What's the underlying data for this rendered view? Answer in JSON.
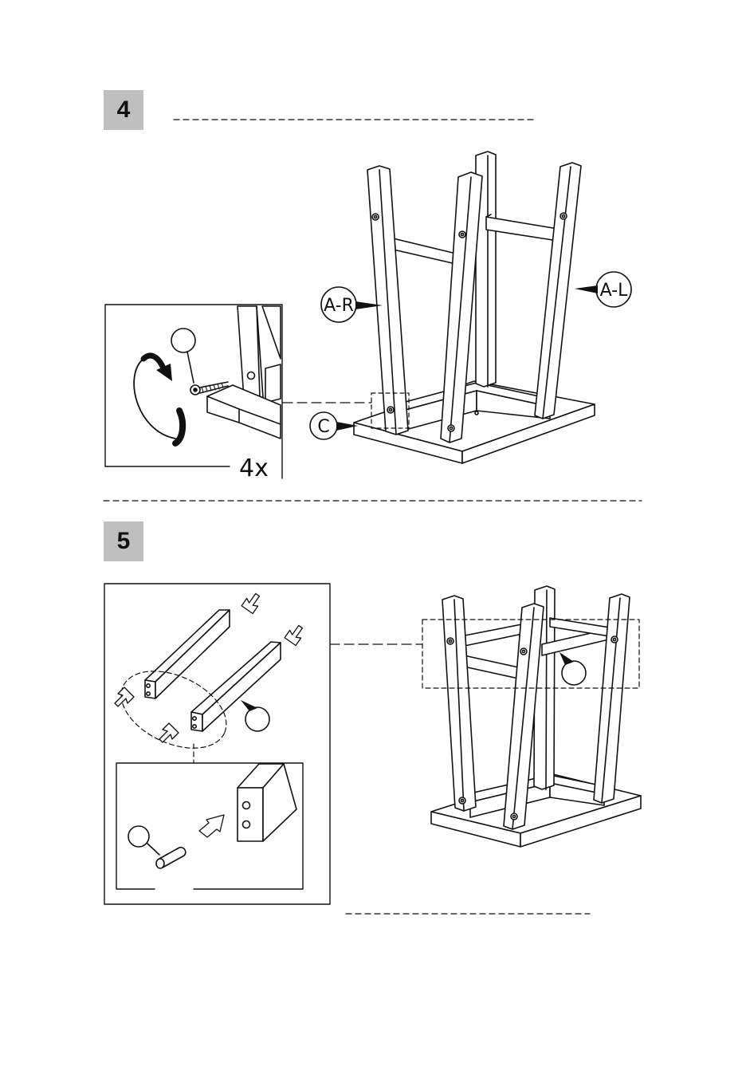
{
  "steps": [
    {
      "number": "4",
      "labels": {
        "right_leg": "A-R",
        "left_leg": "A-L",
        "base": "C",
        "quantity": "4x"
      }
    },
    {
      "number": "5"
    }
  ]
}
